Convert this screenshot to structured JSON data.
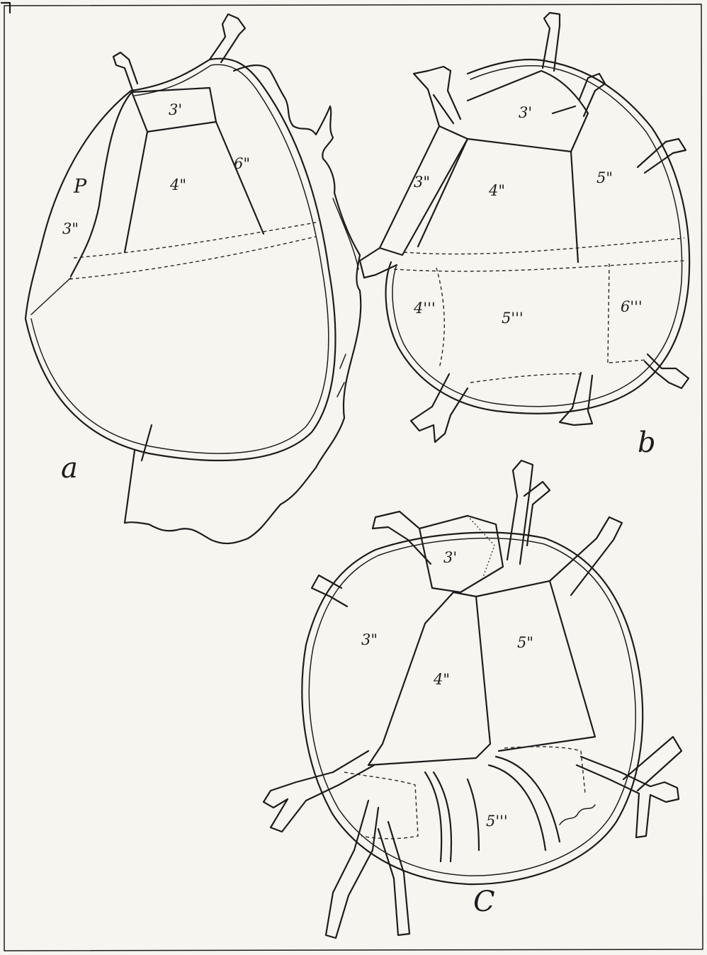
{
  "figure_a": {
    "letter": "a",
    "plate_labels": [
      "3'",
      "4\"",
      "6\"",
      "P",
      "3\""
    ]
  },
  "figure_b": {
    "letter": "b",
    "plate_labels": [
      "3'",
      "3\"",
      "4\"",
      "5\"",
      "4'''",
      "5'''",
      "6'''"
    ]
  },
  "figure_c": {
    "letter": "C",
    "plate_labels": [
      "3'",
      "3\"",
      "4\"",
      "5\"",
      "5'''"
    ]
  }
}
